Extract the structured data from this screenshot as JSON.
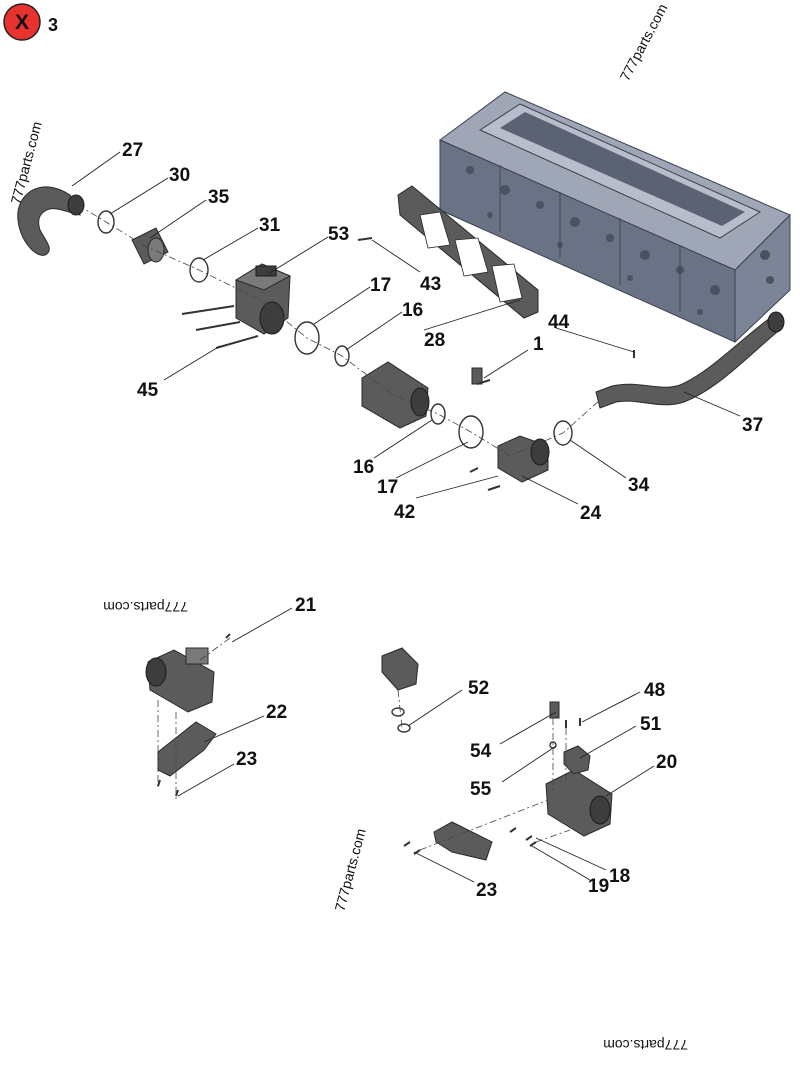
{
  "header": {
    "badge_symbol": "X",
    "badge_number": "3",
    "badge_color": "#e8322e"
  },
  "watermarks": [
    "777parts.com",
    "777parts.com",
    "777parts.com",
    "777parts.com",
    "777parts.com"
  ],
  "callouts": {
    "c27": "27",
    "c30": "30",
    "c35": "35",
    "c31": "31",
    "c53": "53",
    "c43": "43",
    "c17a": "17",
    "c16a": "16",
    "c28": "28",
    "c44": "44",
    "c1": "1",
    "c45": "45",
    "c37": "37",
    "c16b": "16",
    "c17b": "17",
    "c34": "34",
    "c42": "42",
    "c24": "24",
    "c21": "21",
    "c22": "22",
    "c23a": "23",
    "c52": "52",
    "c48": "48",
    "c54": "54",
    "c51": "51",
    "c55": "55",
    "c20": "20",
    "c23b": "23",
    "c19": "19",
    "c18": "18"
  },
  "colors": {
    "part": "#5b5b5b",
    "block": "#8c93a5",
    "badge": "#e8322e"
  }
}
